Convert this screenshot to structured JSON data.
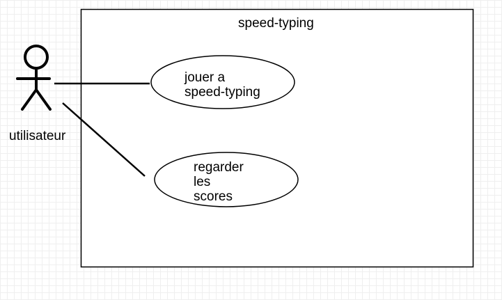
{
  "system": {
    "title": "speed-typing"
  },
  "actor": {
    "name": "utilisateur",
    "icon": "stick-figure-icon"
  },
  "use_cases": [
    {
      "lines": [
        "jouer a",
        "speed-typing"
      ]
    },
    {
      "lines": [
        "regarder",
        "les",
        "scores"
      ]
    }
  ],
  "colors": {
    "line": "#000000",
    "background": "#ffffff",
    "grid": "#efefef"
  }
}
